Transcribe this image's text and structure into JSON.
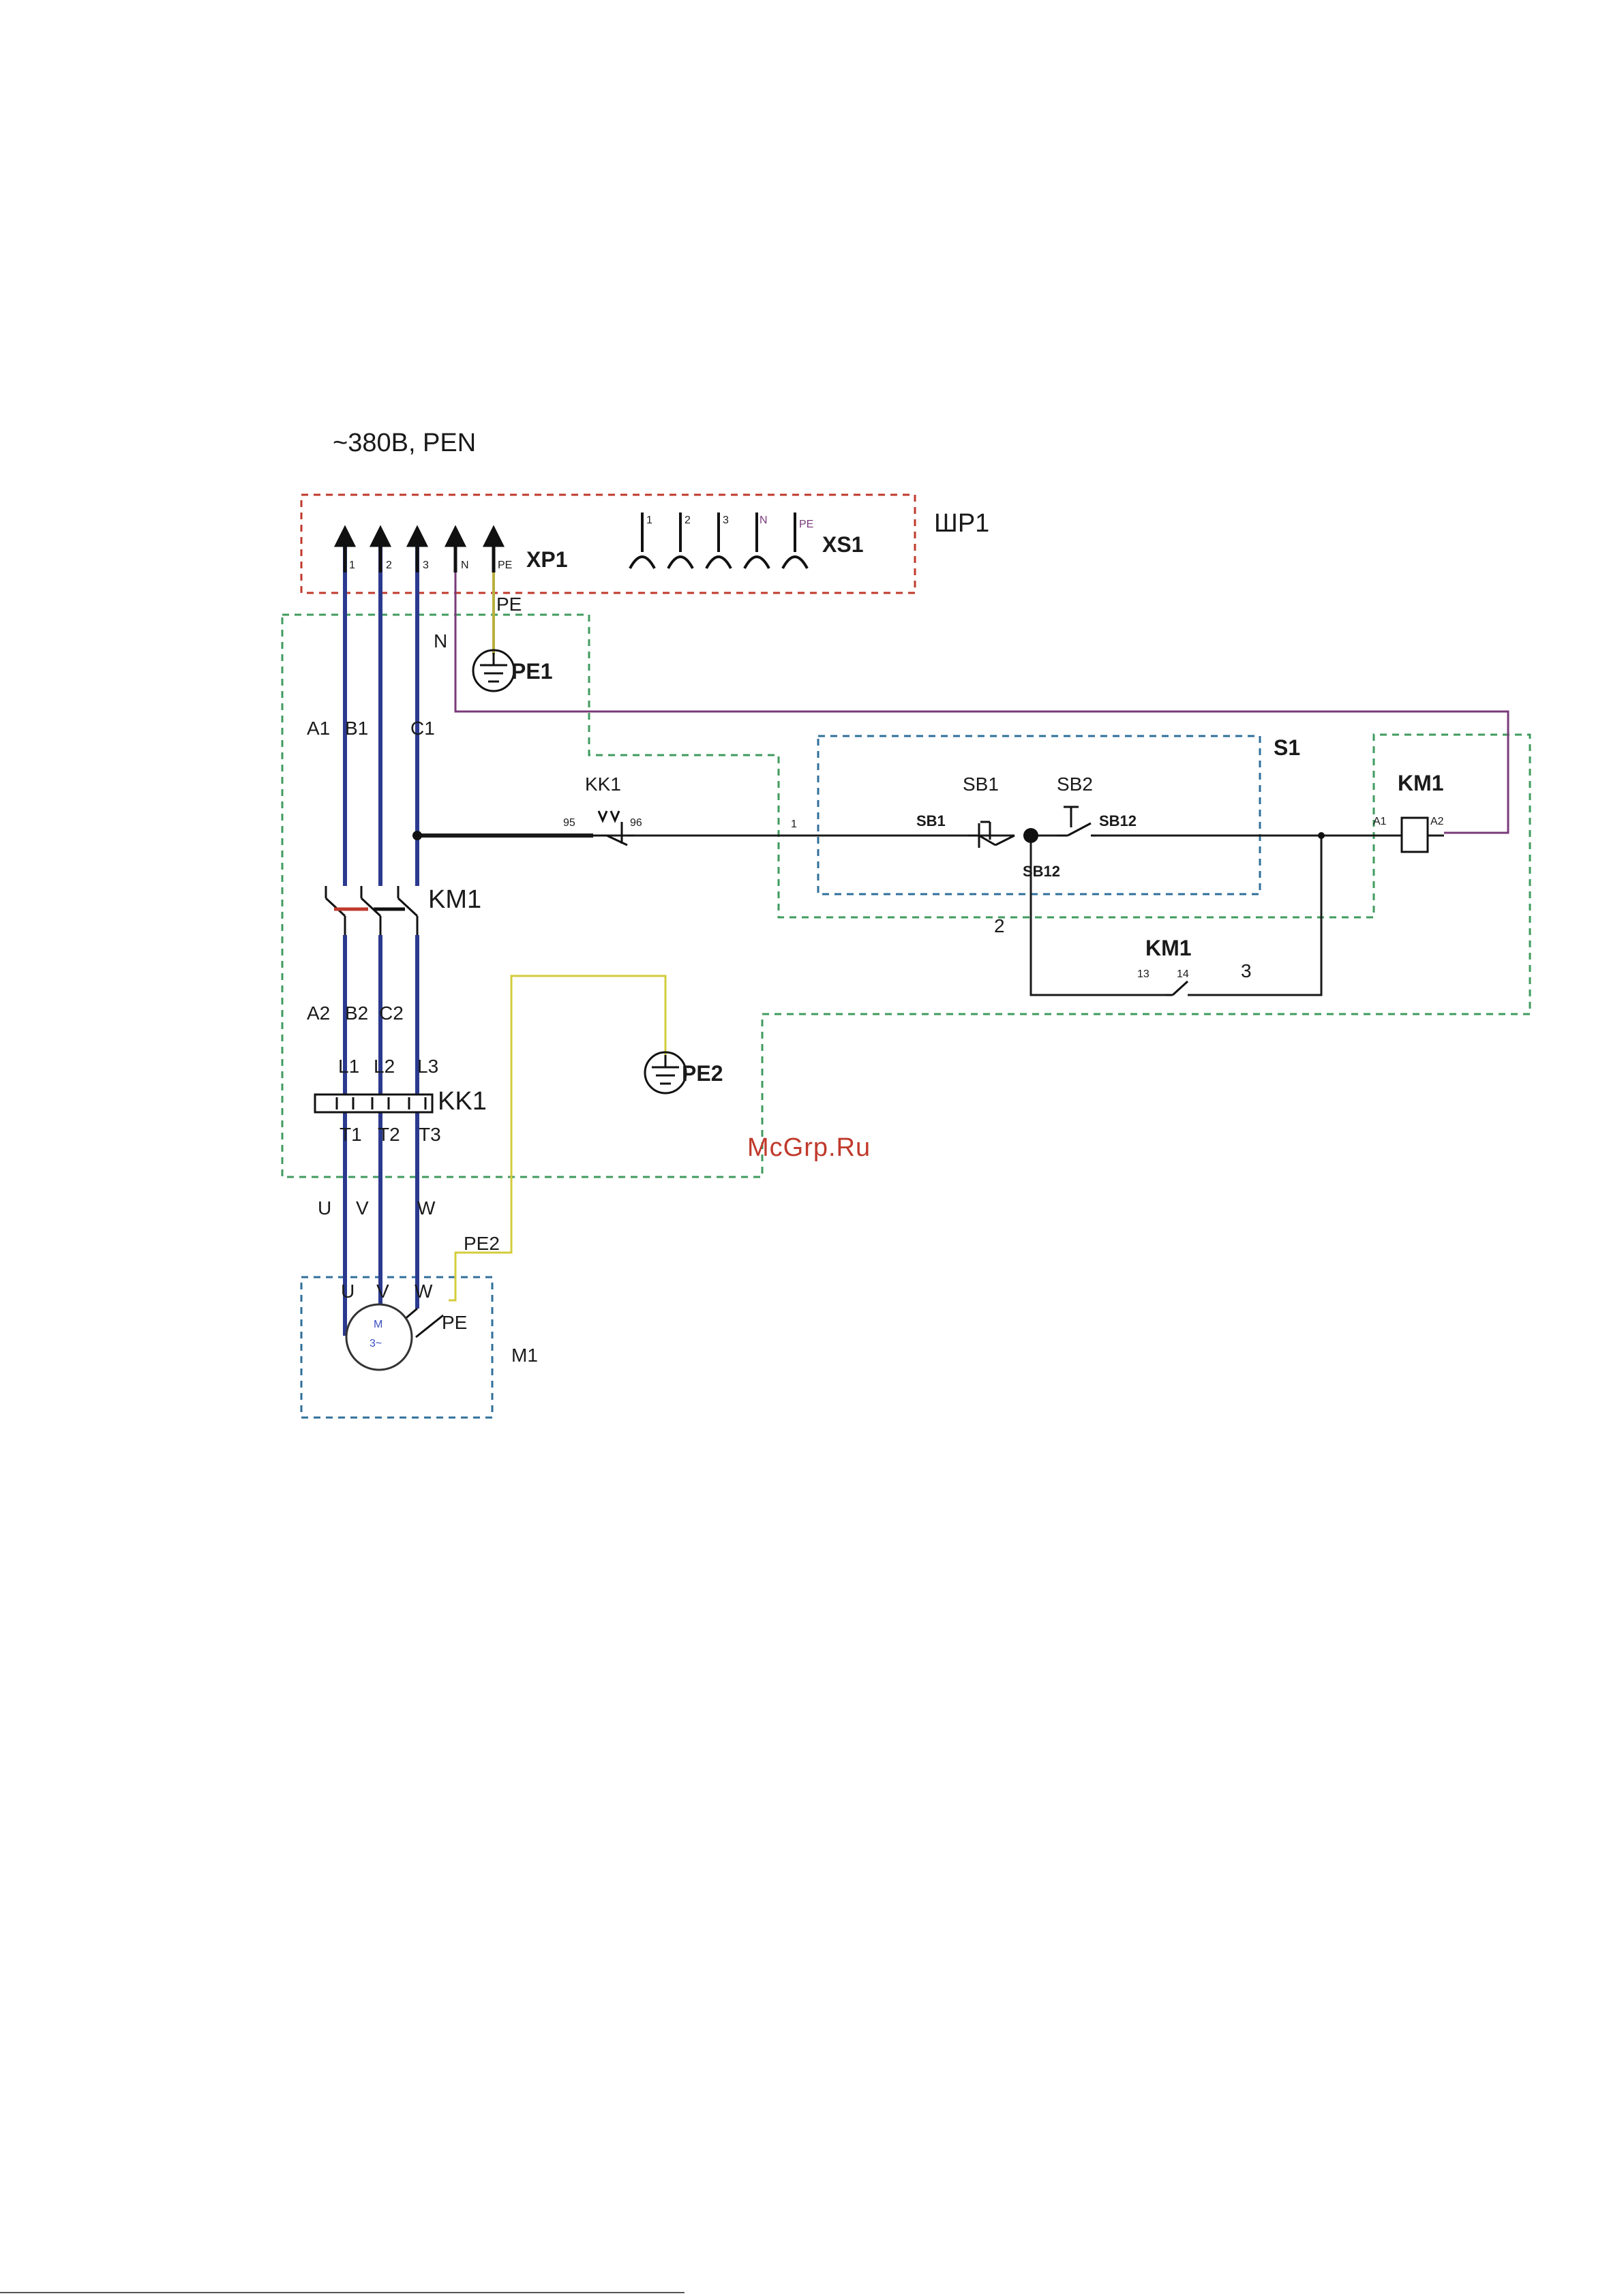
{
  "supply_label": "~380В, PEN",
  "boxes": {
    "shr1": "ШР1",
    "s1": "S1",
    "m1": "M1"
  },
  "plug": {
    "name": "XP1",
    "pins": [
      "1",
      "2",
      "3",
      "N",
      "PE"
    ]
  },
  "socket": {
    "name": "XS1",
    "pins": [
      "1",
      "2",
      "3",
      "N",
      "PE"
    ]
  },
  "ground": {
    "pe_wire": "PE",
    "pe1": "PE1",
    "pe2": "PE2",
    "pe2_wire": "PE2"
  },
  "wires": {
    "n": "N",
    "a1": "A1",
    "b1": "B1",
    "c1": "C1",
    "a2": "A2",
    "b2": "B2",
    "c2": "C2",
    "l1": "L1",
    "l2": "L2",
    "l3": "L3",
    "t1": "T1",
    "t2": "T2",
    "t3": "T3",
    "u": "U",
    "v": "V",
    "w": "W",
    "net1": "1",
    "net2": "2",
    "net3": "3"
  },
  "contactor": {
    "name": "KM1",
    "coil_name": "KM1",
    "coil_a1": "A1",
    "coil_a2": "A2",
    "aux_name": "KM1",
    "aux_13": "13",
    "aux_14": "14"
  },
  "relay": {
    "name": "KK1",
    "contact_name": "KK1",
    "pin95": "95",
    "pin96": "96"
  },
  "buttons": {
    "sb1": "SB1",
    "sb2": "SB2",
    "sb1_pin": "SB1",
    "sb12_a": "SB12",
    "sb12_b": "SB12"
  },
  "motor": {
    "u": "U",
    "v": "V",
    "w": "W",
    "pe": "PE",
    "symbol_top": "M",
    "symbol_bottom": "3~"
  },
  "watermark": "McGrp.Ru",
  "colors": {
    "phase_wire": "#2b3a8f",
    "n_wire": "#7a3a7a",
    "pe_wire": "#d4cc3c",
    "red_box": "#c0392b",
    "green_box": "#3f9b5e",
    "blue_box": "#2f6f9a",
    "control_wire": "#1a1a1a"
  }
}
